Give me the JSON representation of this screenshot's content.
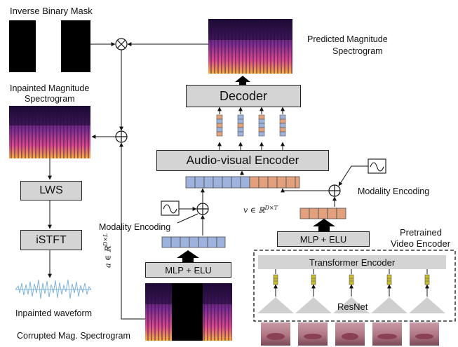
{
  "labels": {
    "inverse_mask": "Inverse Binary Mask",
    "inpainted_mag_line1": "Inpainted Magnitude",
    "inpainted_mag_line2": "Spectrogram",
    "predicted_line1": "Predicted Magnitude",
    "predicted_line2": "Spectrogram",
    "inpainted_waveform": "Inpainted waveform",
    "corrupted": "Corrupted Mag. Spectrogram",
    "modality_encoding_left": "Modality Encoding",
    "modality_encoding_right": "Modality Encoding",
    "pretrained_line1": "Pretrained",
    "pretrained_line2": "Video Encoder",
    "a_dim": "a ∈ ℝ",
    "a_dim_sup": "D×L",
    "v_dim": "v ∈ ℝ",
    "v_dim_sup": "D×T"
  },
  "blocks": {
    "decoder": "Decoder",
    "av_encoder": "Audio-visual Encoder",
    "lws": "LWS",
    "istft": "iSTFT",
    "mlp_audio": "MLP + ELU",
    "mlp_video": "MLP + ELU",
    "transformer": "Transformer Encoder",
    "resnet": "ResNet"
  },
  "colors": {
    "audio_token": "#9db3dd",
    "video_token": "#e2a07c",
    "block_fill": "#d4d4d4",
    "spectrogram_dark": "#1a0a33",
    "spectrogram_bright": "#f2a23a",
    "waveform": "#7fb3d6",
    "frame_token": "#c9bd2a"
  },
  "icons": {
    "multiply": "circled-times-icon",
    "add": "circled-plus-icon",
    "sinusoid": "sine-wave-icon"
  }
}
